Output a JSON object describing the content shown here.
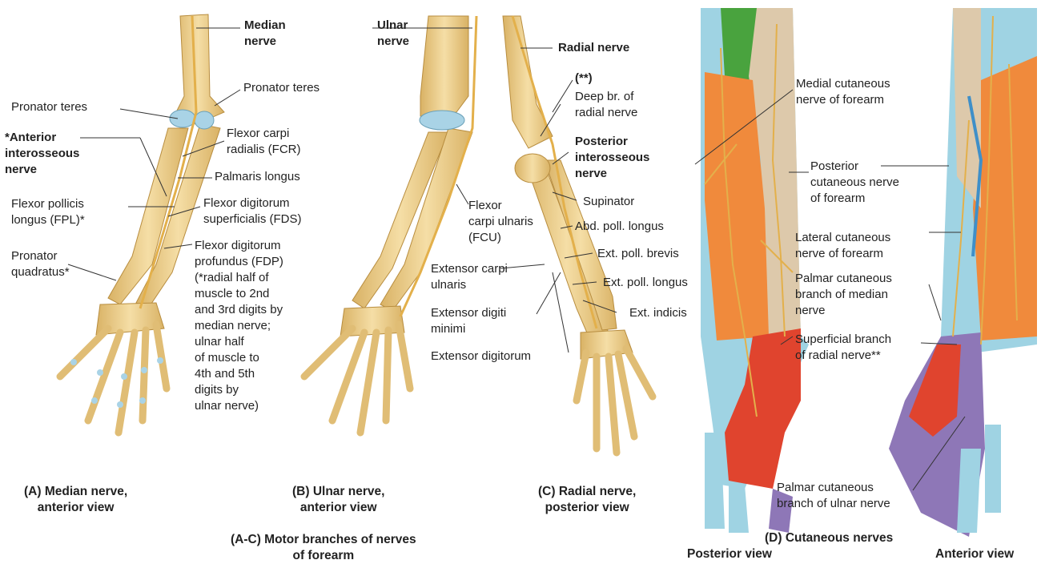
{
  "labels": {
    "a_median_nerve": "Median\nnerve",
    "a_pronator_teres_upper": "Pronator teres",
    "a_pronator_teres_left": "Pronator teres",
    "a_fcr": "Flexor carpi\nradialis (FCR)",
    "a_anterior_interosseous": "*Anterior\ninterosseous\nnerve",
    "a_palmaris_longus": "Palmaris longus",
    "a_fpl": "Flexor pollicis\nlongus (FPL)*",
    "a_fds": "Flexor digitorum\nsuperficialis (FDS)",
    "a_pronator_quadratus": "Pronator\nquadratus*",
    "a_fdp": "Flexor digitorum\nprofundus (FDP)\n(*radial half of\nmuscle to 2nd\nand 3rd digits by\nmedian nerve;\nulnar half\nof muscle to\n4th and 5th\ndigits by\nulnar nerve)",
    "b_ulnar_nerve": "Ulnar\nnerve",
    "b_fcu": "Flexor\ncarpi ulnaris\n(FCU)",
    "c_radial_nerve": "Radial nerve",
    "c_double_star": "(**)",
    "c_deep_branch": "Deep br. of\nradial nerve",
    "c_posterior_interosseous": "Posterior\ninterosseous\nnerve",
    "c_supinator": "Supinator",
    "c_abd_poll_longus": "Abd. poll. longus",
    "c_ext_poll_brevis": "Ext. poll. brevis",
    "c_ext_carpi_ulnaris": "Extensor carpi\nulnaris",
    "c_ext_poll_longus": "Ext. poll. longus",
    "c_ext_digiti_minimi": "Extensor digiti\nminimi",
    "c_ext_indicis": "Ext. indicis",
    "c_ext_digitorum": "Extensor digitorum",
    "d_medial_cutaneous": "Medial cutaneous\nnerve of forearm",
    "d_posterior_cutaneous": "Posterior\ncutaneous nerve\nof forearm",
    "d_lateral_cutaneous": "Lateral cutaneous\nnerve of forearm",
    "d_palmar_cutaneous_median": "Palmar cutaneous\nbranch of median\nnerve",
    "d_superficial_radial": "Superficial branch\nof radial nerve**",
    "d_palmar_cutaneous_ulnar": "Palmar cutaneous\nbranch of ulnar nerve"
  },
  "captions": {
    "a": "(A) Median nerve,\nanterior view",
    "b": "(B) Ulnar nerve,\nanterior view",
    "c": "(C) Radial nerve,\nposterior view",
    "abc": "(A-C) Motor branches of nerves\nof forearm",
    "d": "(D) Cutaneous nerves",
    "d_posterior": "Posterior view",
    "d_anterior": "Anterior view"
  },
  "colors": {
    "bone": "#f2d79a",
    "bone_shade": "#d9b265",
    "cartilage": "#a9d3e6",
    "nerve": "#e3b04b",
    "zone_orange": "#f08a3c",
    "zone_beige": "#ddc9ab",
    "zone_green": "#49a33e",
    "zone_blue": "#9fd3e3",
    "zone_red": "#e0442e",
    "zone_purple": "#8e77b7",
    "leader": "#333333"
  }
}
